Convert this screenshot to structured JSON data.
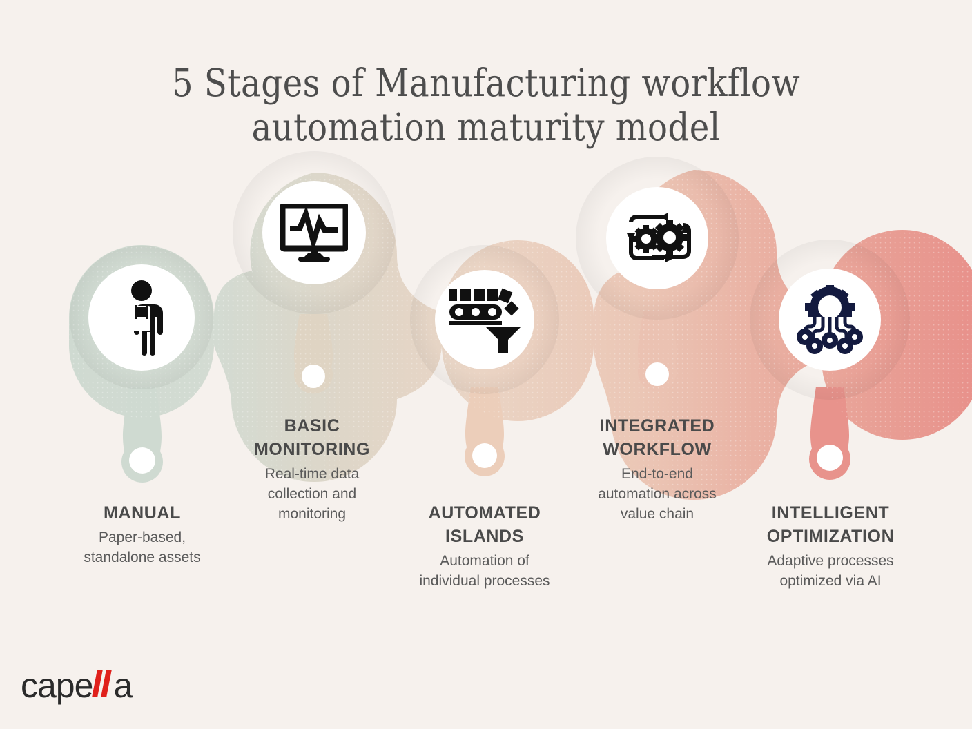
{
  "meta": {
    "background_color": "#f6f1ed",
    "text_color": "#4a4a4a",
    "icon_dark": "#111111",
    "icon_navy": "#131a3f",
    "gradient_start": "#cfdad1",
    "gradient_mid": "#e9d9c8",
    "gradient_end": "#e8908a"
  },
  "header": {
    "title_line1": "5 Stages of Manufacturing workflow",
    "title_line2": "automation maturity model"
  },
  "stages": [
    {
      "index": "1",
      "title": "MANUAL",
      "desc_line1": "Paper-based,",
      "desc_line2": "standalone assets",
      "icon": "worker-person-icon",
      "color": "#cfdad1"
    },
    {
      "index": "2",
      "title_line1": "BASIC",
      "title_line2": "MONITORING",
      "desc_line1": "Real-time data",
      "desc_line2": "collection and",
      "desc_line3": "monitoring",
      "icon": "monitor-pulse-icon",
      "color": "#ded5c6"
    },
    {
      "index": "3",
      "title_line1": "AUTOMATED",
      "title_line2": "ISLANDS",
      "desc_line1": "Automation of",
      "desc_line2": "individual processes",
      "icon": "conveyor-funnel-icon",
      "color": "#ebcfc0"
    },
    {
      "index": "4",
      "title_line1": "INTEGRATED",
      "title_line2": "WORKFLOW",
      "desc_line1": "End-to-end",
      "desc_line2": "automation across",
      "desc_line3": "value chain",
      "icon": "gears-cycle-icon",
      "color": "#eab5a8"
    },
    {
      "index": "5",
      "title_line1": "INTELLIGENT",
      "title_line2": "OPTIMIZATION",
      "desc_line1": "Adaptive processes",
      "desc_line2": "optimized via AI",
      "icon": "ai-gear-circuit-icon",
      "color": "#e8908a"
    }
  ],
  "logo": {
    "part1": "cape",
    "part2": "a",
    "accent_color": "#e0201b"
  }
}
